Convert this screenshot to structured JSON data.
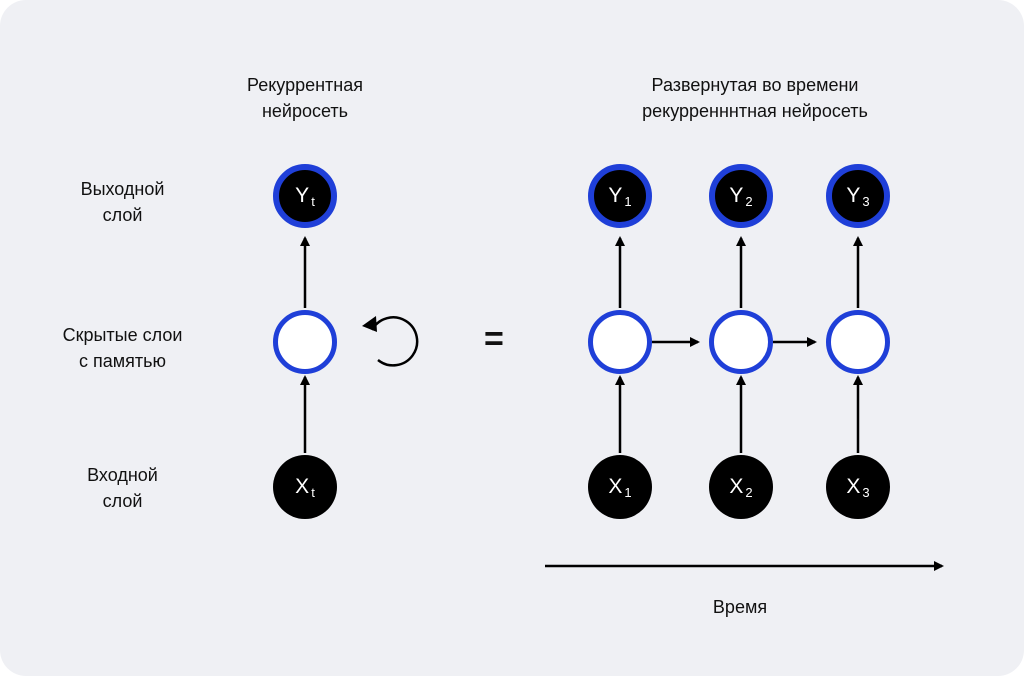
{
  "left_title": "Рекуррентная\nнейросеть",
  "right_title": "Развернутая во времени\nрекурренннтная нейросеть",
  "row_labels": {
    "output": "Выходной\nслой",
    "hidden": "Скрытые слои\nс памятью",
    "input": "Входной\nслой"
  },
  "equals": "=",
  "nodes": {
    "y_t": {
      "base": "Y",
      "sub": "t"
    },
    "x_t": {
      "base": "X",
      "sub": "t"
    },
    "y1": {
      "base": "Y",
      "sub": "1"
    },
    "y2": {
      "base": "Y",
      "sub": "2"
    },
    "y3": {
      "base": "Y",
      "sub": "3"
    },
    "x1": {
      "base": "X",
      "sub": "1"
    },
    "x2": {
      "base": "X",
      "sub": "2"
    },
    "x3": {
      "base": "X",
      "sub": "3"
    }
  },
  "time_label": "Время",
  "colors": {
    "accent": "#1f3fd8",
    "node_dark": "#000000",
    "background": "#eff0f4"
  }
}
